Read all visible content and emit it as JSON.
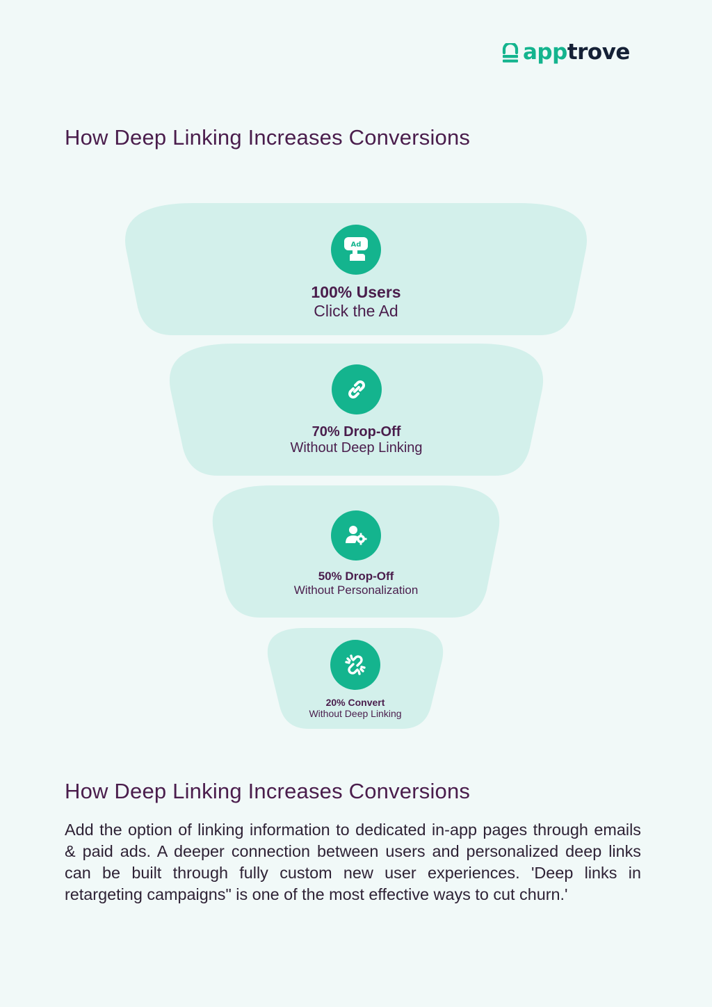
{
  "logo": {
    "app": "app",
    "trove": "trove",
    "colors": {
      "app": "#14b48e",
      "trove": "#152136"
    }
  },
  "heading_top": "How Deep Linking Increases Conversions",
  "funnel": {
    "stages": [
      {
        "title": "100% Users",
        "subtitle": "Click the Ad",
        "icon": "ad-touch-icon",
        "icon_text": "Ad"
      },
      {
        "title": "70% Drop-Off",
        "subtitle": "Without Deep Linking",
        "icon": "link-icon"
      },
      {
        "title": "50% Drop-Off",
        "subtitle": "Without Personalization",
        "icon": "user-settings-icon"
      },
      {
        "title": "20% Convert",
        "subtitle": "Without Deep Linking",
        "icon": "broken-link-icon"
      }
    ]
  },
  "heading_bottom": "How Deep Linking Increases Conversions",
  "body": "Add the option of linking information to dedicated in-app pages through emails & paid ads. A deeper connection between users and personalized deep links can be built through fully custom new user experiences. 'Deep links in retargeting campaigns\" is one of the most effective ways to cut churn.'",
  "colors": {
    "background": "#f1f9f8",
    "stage_fill": "#d3f0eb",
    "accent": "#14b48e",
    "heading": "#4a1d4c"
  }
}
